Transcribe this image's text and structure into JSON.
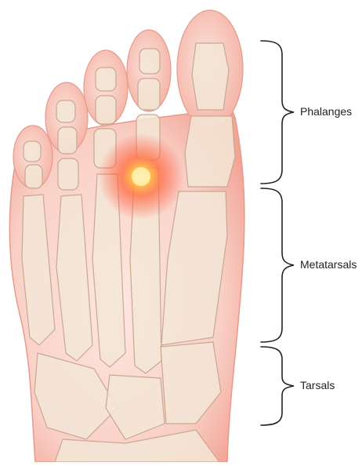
{
  "labels": {
    "phalanges": "Phalanges",
    "metatarsals": "Metatarsals",
    "tarsals": "Tarsals"
  },
  "colors": {
    "skin_outer": "#f6b7ad",
    "skin_inner": "#fbe3dc",
    "bone": "#f3e6d6",
    "bone_outline": "#c9a892",
    "pain_core": "#ffd966",
    "pain_glow": "#ff5a3c",
    "bracket": "#222222"
  }
}
